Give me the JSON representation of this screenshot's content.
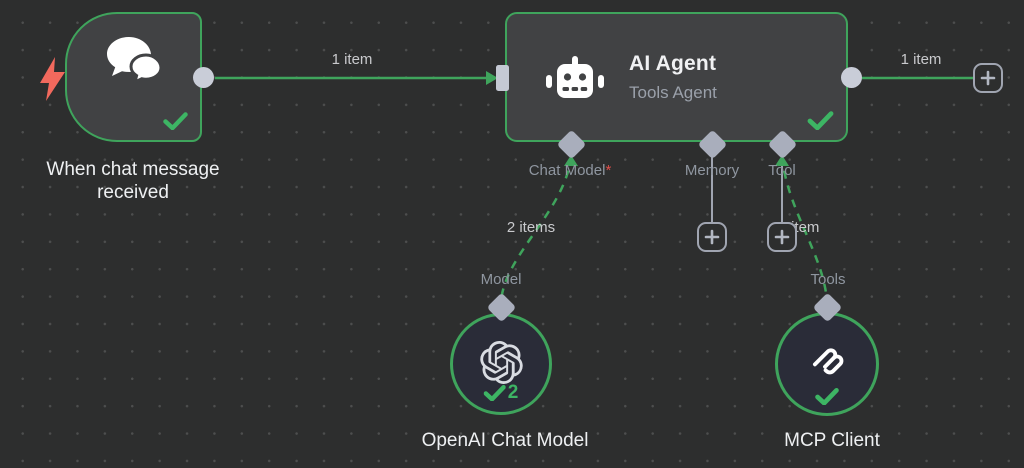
{
  "colors": {
    "canvas_background": "#2d2e2e",
    "node_fill": "#414244",
    "success_green": "#3fa45c",
    "check_green": "#3db564",
    "connector_light": "#c9cdd8",
    "connector_diamond": "#a9aebc",
    "plus_button_gray": "#a0a5b1",
    "subnode_fill": "#2a2c38",
    "trigger_bolt_red": "#f2695d",
    "required_red": "#e04f4a"
  },
  "trigger_node": {
    "label": "When chat message received",
    "icon": "chat-bubbles-icon",
    "status_icon": "check-icon"
  },
  "agent_node": {
    "title": "AI Agent",
    "subtitle": "Tools Agent",
    "icon": "robot-icon",
    "status_icon": "check-icon",
    "input_ports": [
      {
        "label": "Chat Model",
        "required_mark": "*"
      },
      {
        "label": "Memory",
        "required_mark": ""
      },
      {
        "label": "Tool",
        "required_mark": ""
      }
    ]
  },
  "connections": {
    "trigger_to_agent": {
      "label": "1 item"
    },
    "agent_to_next": {
      "label": "1 item"
    },
    "model_to_agent": {
      "label": "2 items"
    },
    "tool_to_agent": {
      "label": "1 item"
    }
  },
  "openai_node": {
    "label": "OpenAI Chat Model",
    "port_label": "Model",
    "run_count": "2",
    "icon": "openai-logo-icon"
  },
  "mcp_node": {
    "label": "MCP Client",
    "port_label": "Tools",
    "icon": "mcp-logo-icon"
  }
}
